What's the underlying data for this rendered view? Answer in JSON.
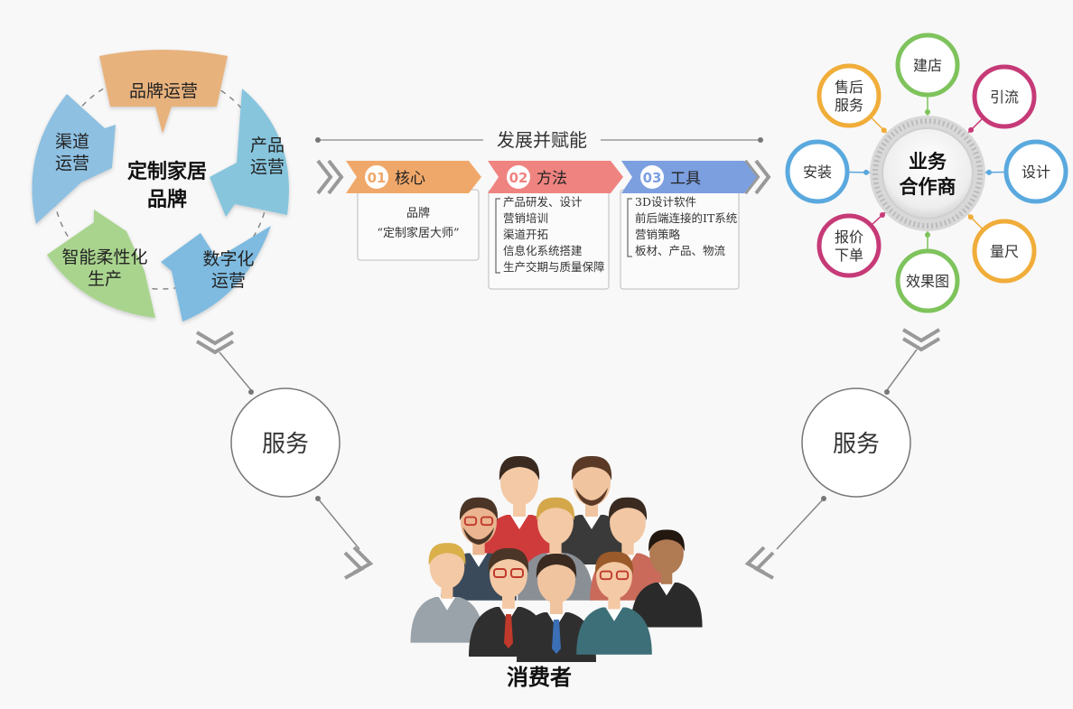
{
  "brand": {
    "center": [
      "定制家居",
      "品牌"
    ],
    "segments": [
      {
        "lines": [
          "品牌运营"
        ],
        "color": "#e8b27d"
      },
      {
        "lines": [
          "产品",
          "运营"
        ],
        "color": "#87c5dd"
      },
      {
        "lines": [
          "数字化",
          "运营"
        ],
        "color": "#7fbbe0"
      },
      {
        "lines": [
          "智能柔性化",
          "生产"
        ],
        "color": "#a9d48e"
      },
      {
        "lines": [
          "渠道",
          "运营"
        ],
        "color": "#8ec0e2"
      }
    ]
  },
  "middle": {
    "title": "发展并赋能",
    "steps": [
      {
        "num": "01",
        "label": "核心",
        "color": "#f0a86a",
        "items": [
          "品牌",
          "“定制家居大师”"
        ]
      },
      {
        "num": "02",
        "label": "方法",
        "color": "#ef8380",
        "items": [
          "产品研发、设计",
          "营销培训",
          "渠道开拓",
          "信息化系统搭建",
          "生产交期与质量保障"
        ]
      },
      {
        "num": "03",
        "label": "工具",
        "color": "#7c9fe0",
        "items": [
          "3D设计软件",
          "前后端连接的IT系统",
          "营销策略",
          "板材、产品、物流"
        ]
      }
    ]
  },
  "partner": {
    "center": [
      "业务",
      "合作商"
    ],
    "nodes": [
      {
        "lines": [
          "建店"
        ],
        "color": "#7ec35c"
      },
      {
        "lines": [
          "引流"
        ],
        "color": "#c63a77"
      },
      {
        "lines": [
          "设计"
        ],
        "color": "#5aa9de"
      },
      {
        "lines": [
          "量尺"
        ],
        "color": "#f0ad3a"
      },
      {
        "lines": [
          "效果图"
        ],
        "color": "#7ec35c"
      },
      {
        "lines": [
          "报价",
          "下单"
        ],
        "color": "#c63a77"
      },
      {
        "lines": [
          "安装"
        ],
        "color": "#5aa9de"
      },
      {
        "lines": [
          "售后",
          "服务"
        ],
        "color": "#f0ad3a"
      }
    ]
  },
  "service": {
    "left": "服务",
    "right": "服务"
  },
  "consumer": {
    "label": "消费者"
  }
}
